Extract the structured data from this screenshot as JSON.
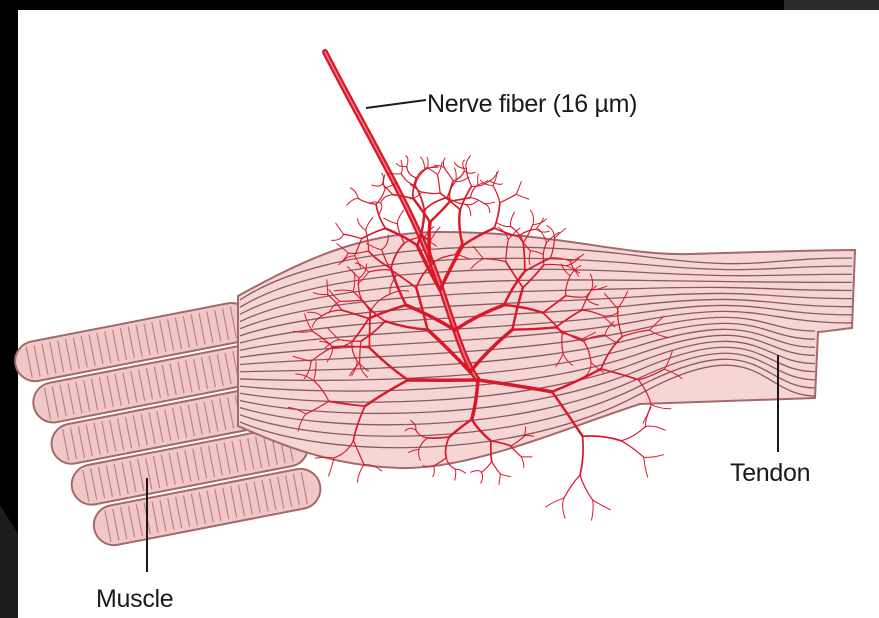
{
  "labels": {
    "nerve_fiber": "Nerve fiber (16 µm)",
    "tendon": "Tendon",
    "muscle": "Muscle"
  },
  "colors": {
    "background": "#000000",
    "panel": "#ffffff",
    "fiber_fill": "#f2c7c7",
    "fiber_stroke": "#a4696b",
    "tendon_line": "#8a5a5c",
    "nerve": "#d8192a",
    "label_line": "#1a1a1a"
  }
}
